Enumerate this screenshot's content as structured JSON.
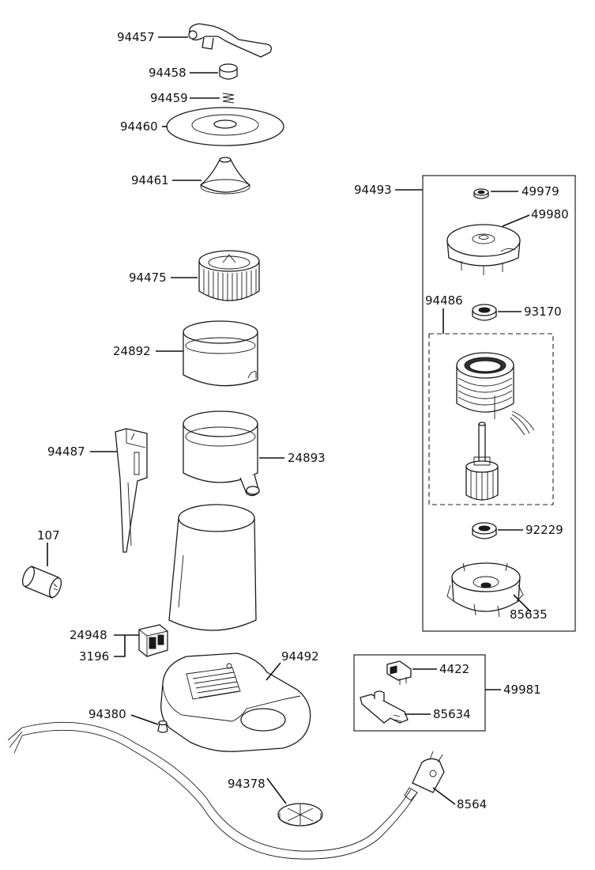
{
  "callouts": {
    "p94457": "94457",
    "p94458": "94458",
    "p94459": "94459",
    "p94460": "94460",
    "p94461": "94461",
    "p94475": "94475",
    "p24892": "24892",
    "p24893": "24893",
    "p94487": "94487",
    "p107": "107",
    "p24948": "24948",
    "p3196": "3196",
    "p94492": "94492",
    "p94380": "94380",
    "p94378": "94378",
    "p8564": "8564",
    "p94493": "94493",
    "p49979": "49979",
    "p49980": "49980",
    "p94486": "94486",
    "p93170": "93170",
    "p92229": "92229",
    "p85635": "85635",
    "p4422": "4422",
    "p85634": "85634",
    "p49981": "49981"
  }
}
